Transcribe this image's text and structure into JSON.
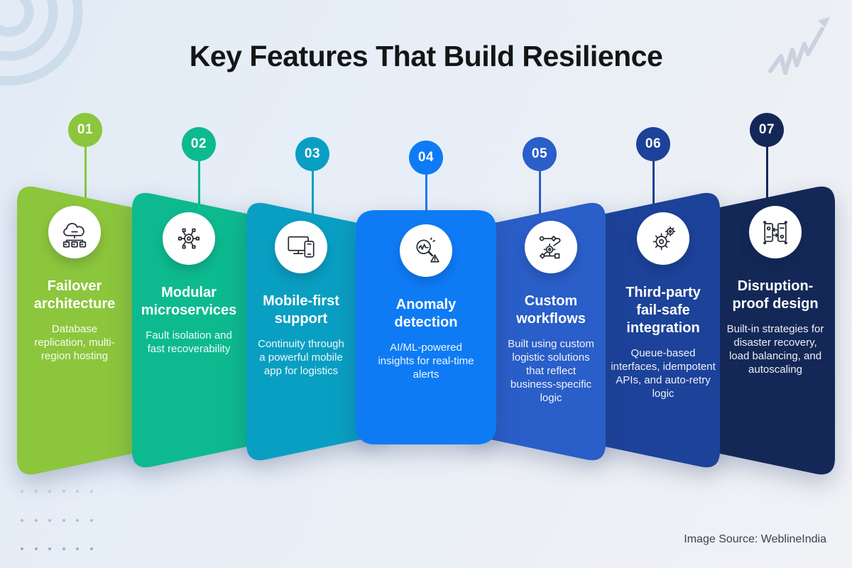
{
  "title": "Key Features That Build Resilience",
  "source_note": "Image Source: WeblineIndia",
  "accent_colors": {
    "background_top": "#E2EBF6",
    "background_bottom": "#F0F2F6",
    "title_text": "#151515",
    "ripple_decoration": "#C7D9E7",
    "trend_arrow": "#C3CDDA",
    "dot_grid": "#9FA8B8",
    "card_text": "#FFFFFF"
  },
  "cards": [
    {
      "number": "01",
      "title": "Failover architecture",
      "description": "Database replication, multi-region hosting",
      "color": "#8CC63C",
      "icon": "cloud-failover-icon"
    },
    {
      "number": "02",
      "title": "Modular microservices",
      "description": "Fault isolation and fast recoverability",
      "color": "#0DBA8F",
      "icon": "microservices-icon"
    },
    {
      "number": "03",
      "title": "Mobile-first support",
      "description": "Continuity through a powerful mobile app for logistics",
      "color": "#099FC2",
      "icon": "mobile-first-icon"
    },
    {
      "number": "04",
      "title": "Anomaly detection",
      "description": "AI/ML-powered insights for real-time alerts",
      "color": "#0E7BF5",
      "icon": "anomaly-detection-icon"
    },
    {
      "number": "05",
      "title": "Custom workflows",
      "description": "Built using custom logistic solutions that reflect business-specific logic",
      "color": "#2A5EC8",
      "icon": "workflow-icon"
    },
    {
      "number": "06",
      "title": "Third-party fail-safe integration",
      "description": "Queue-based interfaces, idempotent APIs, and auto-retry logic",
      "color": "#1C4299",
      "icon": "fail-safe-gear-icon"
    },
    {
      "number": "07",
      "title": "Disruption-proof design",
      "description": "Built-in strategies for disaster recovery, load balancing, and autoscaling",
      "color": "#142857",
      "icon": "data-sync-icon"
    }
  ]
}
